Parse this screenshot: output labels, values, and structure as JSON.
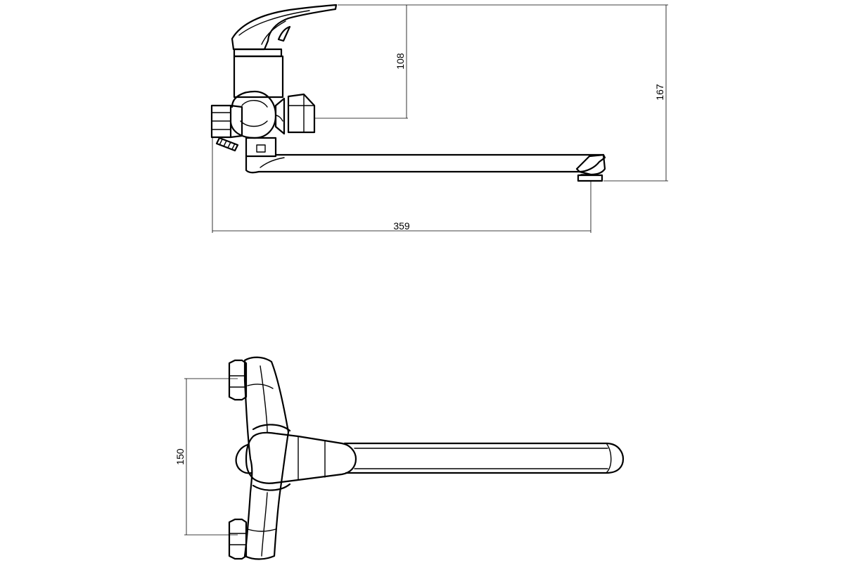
{
  "dimensions": {
    "upper_height": "108",
    "total_height": "167",
    "overall_length": "359",
    "inlet_spacing": "150"
  }
}
